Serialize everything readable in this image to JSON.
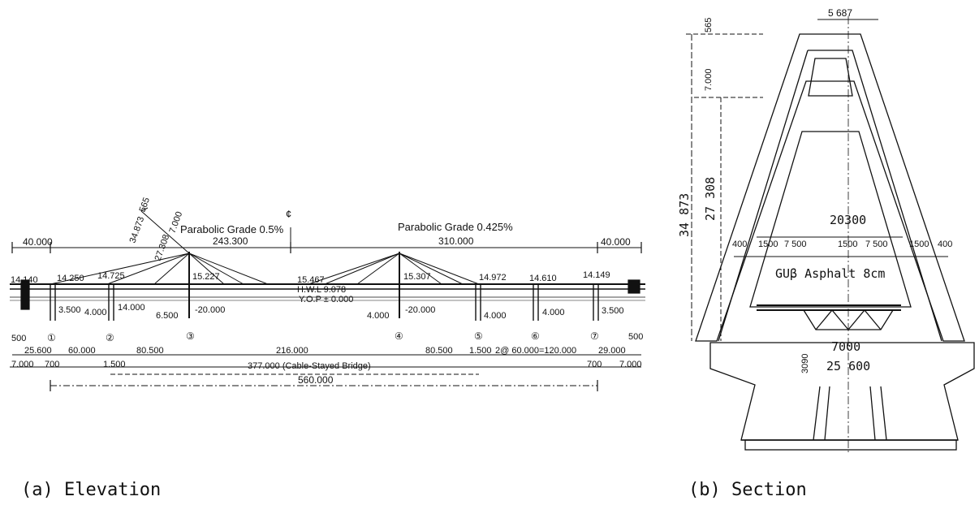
{
  "elevation": {
    "caption": "(a) Elevation",
    "grade_left": "Parabolic Grade 0.5%",
    "grade_right": "Parabolic Grade 0.425%",
    "centerline_symbol": "¢",
    "tower_dims": [
      "34.873",
      "565",
      "27.308",
      "7.000"
    ],
    "top_spans": [
      "40.000",
      "243.300",
      "310.000",
      "40.000"
    ],
    "deck_levels": [
      "14.140",
      "14.250",
      "14.725",
      "15.227",
      "15.467",
      "15.307",
      "14.972",
      "14.610",
      "14.149"
    ],
    "water_levels": [
      "H.W.L 9.078",
      "Y.O.P ± 0.000"
    ],
    "pier_depths": [
      "3.500",
      "4.000",
      "14.000",
      "6.500",
      "-20.000",
      "4.000",
      "-20.000",
      "4.000",
      "4.000",
      "3.500"
    ],
    "pier_labels": [
      "①",
      "②",
      "③",
      "④",
      "⑤",
      "⑥",
      "⑦"
    ],
    "bottom_row1": [
      "500",
      "25.600",
      "60.000",
      "80.500",
      "216.000",
      "80.500",
      "1.500",
      "2@ 60.000=120.000",
      "29.000",
      "500"
    ],
    "bottom_row2": [
      "7.000",
      "700",
      "1.500",
      "377.000 (Cable-Stayed Bridge)",
      "700",
      "7.000"
    ],
    "total_length": "560.000"
  },
  "section": {
    "caption": "(b) Section",
    "top_dim": "5 687",
    "top_offset": "565",
    "upper_dim": "7.000",
    "height_total": "34 873",
    "height_lower": "27 308",
    "deck_width": "20300",
    "deck_breakdown": [
      "400",
      "1500",
      "7 500",
      "1500",
      "7 500",
      "1500",
      "400"
    ],
    "pavement_label": "GUβ Asphalt 8cm",
    "girder_depth": "3090",
    "girder_width": "7000",
    "base_width": "25 600"
  }
}
